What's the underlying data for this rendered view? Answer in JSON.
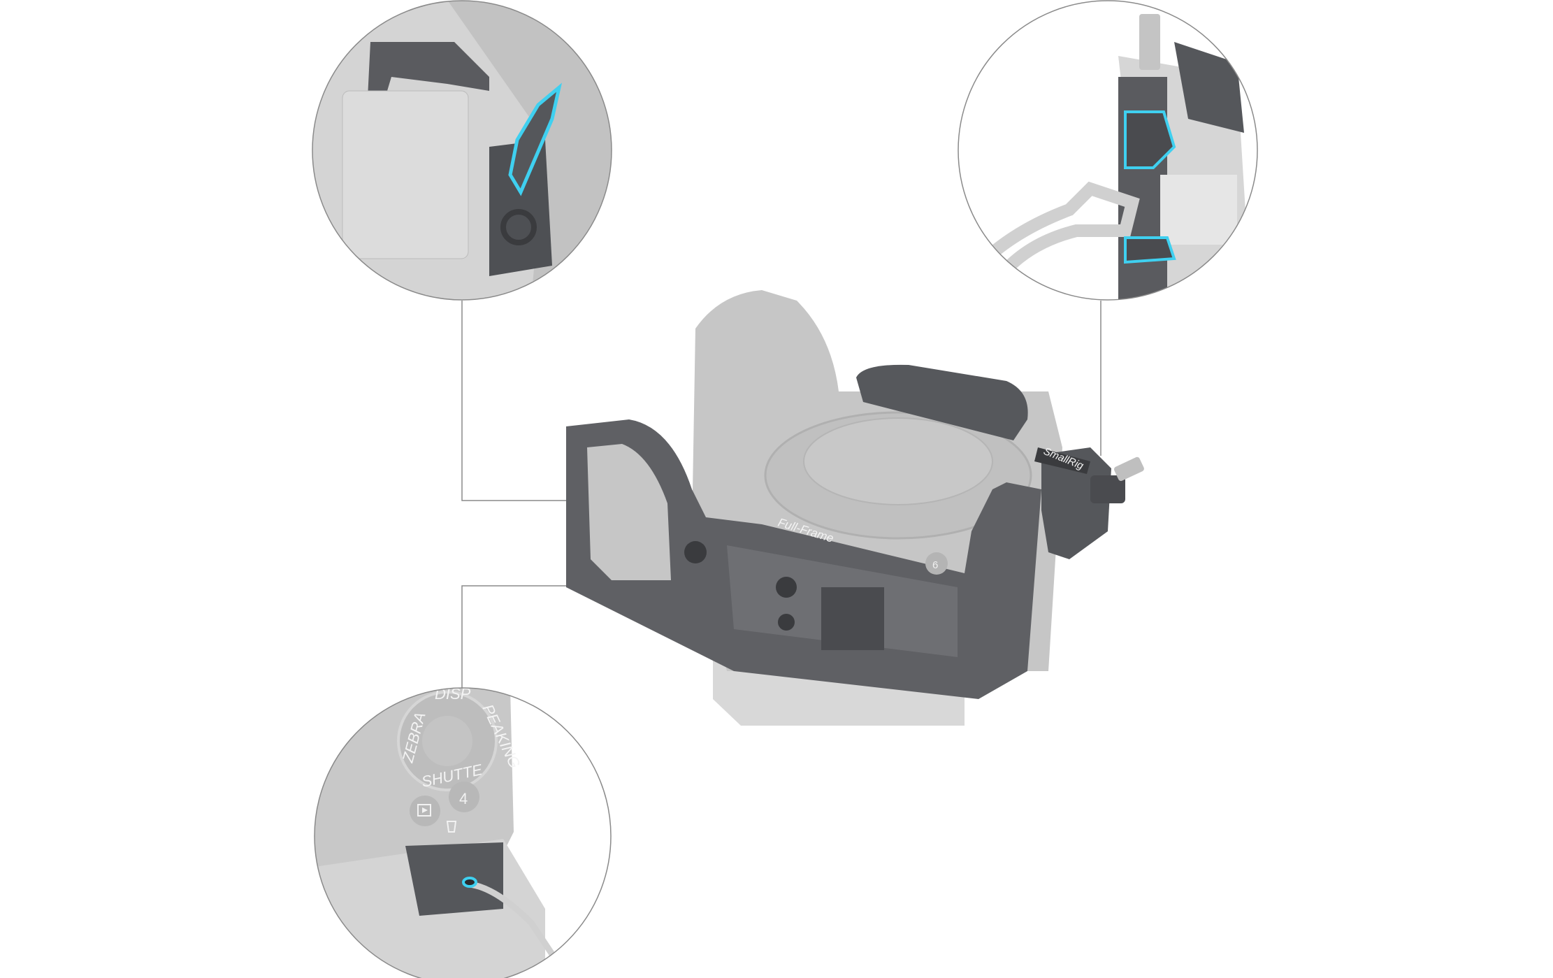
{
  "product": {
    "cage_engraving": "Full-Frame",
    "clamp_brand": "SmallRig",
    "camera_button_number": "6"
  },
  "callouts": {
    "bottom_left": {
      "dial_labels": [
        "DISP",
        "PEAKING",
        "ZEBRA",
        "SHUTTE"
      ],
      "button_number": "4"
    }
  },
  "colors": {
    "cage_metal": "#5f6064",
    "camera_body": "#c9c9c9",
    "highlight": "#3fd0f0",
    "leader_line": "#8a8a8a"
  }
}
